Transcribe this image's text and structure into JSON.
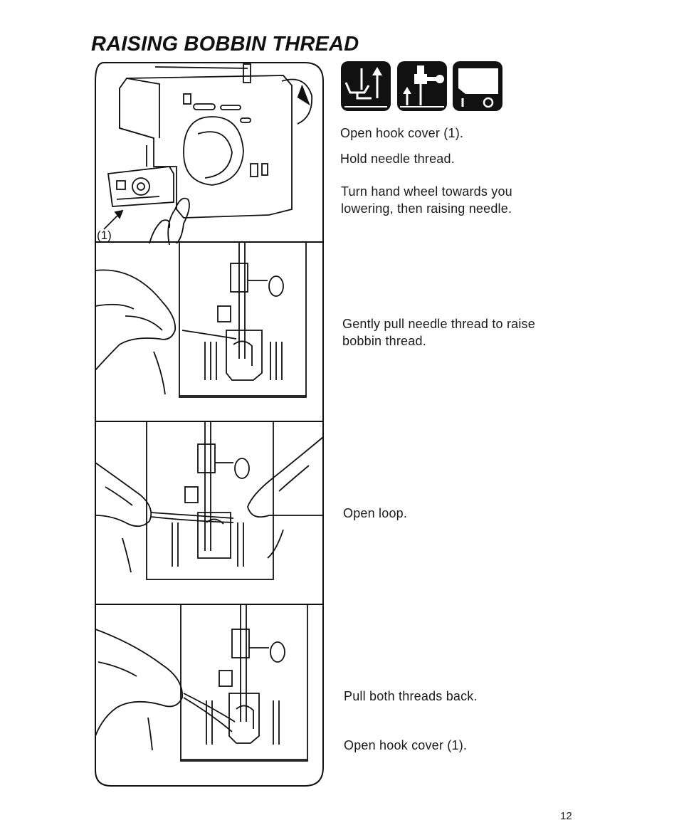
{
  "page": {
    "title": "RAISING BOBBIN THREAD",
    "page_number": "12"
  },
  "illustrations": {
    "callout_label": "(1)"
  },
  "icons": [
    {
      "name": "presser-foot-up-icon"
    },
    {
      "name": "needle-up-icon"
    },
    {
      "name": "power-switch-icon"
    }
  ],
  "steps": [
    "Open hook cover (1).",
    "Hold needle thread.",
    "Turn hand wheel towards you lowering, then raising needle.",
    "Gently pull needle thread to raise bobbin thread.",
    "Open loop.",
    "Pull both threads back.",
    "Open hook cover (1)."
  ]
}
